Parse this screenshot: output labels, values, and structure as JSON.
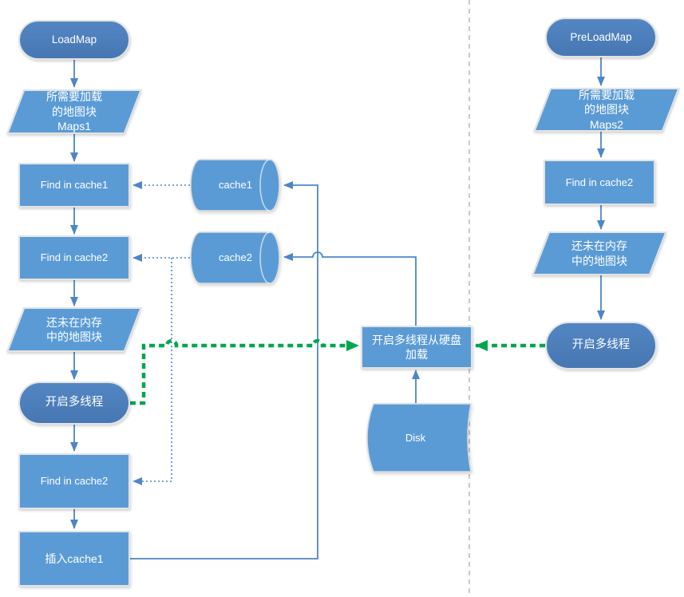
{
  "colors": {
    "node_fill": "#5b9bd5",
    "terminator_fill": "#4a7cba",
    "connector_blue": "#4f86c6",
    "connector_green": "#00a64f",
    "divider_gray": "#b3b3b3",
    "label_text": "#ffffff"
  },
  "nodes": {
    "loadmap": {
      "label": "LoadMap",
      "type": "terminator"
    },
    "maps1": {
      "label": "所需要加载\n的地图块\nMaps1",
      "type": "parallelogram"
    },
    "find_in_cache1": {
      "label": "Find in cache1",
      "type": "process"
    },
    "find_in_cache2_upper": {
      "label": "Find in cache2",
      "type": "process"
    },
    "not_in_memory_left": {
      "label": "还未在内存\n中的地图块",
      "type": "parallelogram"
    },
    "start_threads_left": {
      "label": "开启多线程",
      "type": "terminator"
    },
    "find_in_cache2_lower": {
      "label": "Find in cache2",
      "type": "process"
    },
    "insert_cache1": {
      "label": "插入cache1",
      "type": "process"
    },
    "cache1": {
      "label": "cache1",
      "type": "cylinder"
    },
    "cache2": {
      "label": "cache2",
      "type": "cylinder"
    },
    "load_from_disk": {
      "label": "开启多线程从硬盘\n加载",
      "type": "process"
    },
    "disk": {
      "label": "Disk",
      "type": "stored-data"
    },
    "preloadmap": {
      "label": "PreLoadMap",
      "type": "terminator"
    },
    "maps2": {
      "label": "所需要加载\n的地图块\nMaps2",
      "type": "parallelogram"
    },
    "find_in_cache2_right": {
      "label": "Find in cache2",
      "type": "process"
    },
    "not_in_memory_right": {
      "label": "还未在内存\n中的地图块",
      "type": "parallelogram"
    },
    "start_threads_right": {
      "label": "开启多线程",
      "type": "terminator"
    }
  }
}
